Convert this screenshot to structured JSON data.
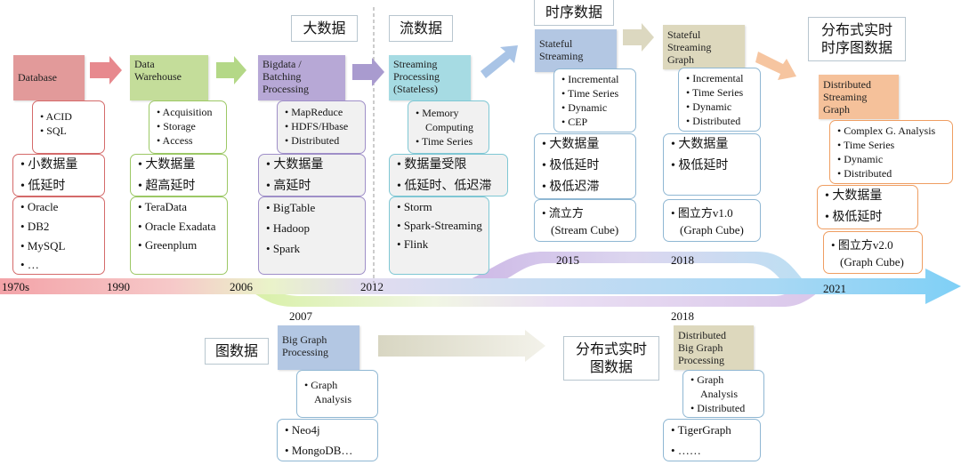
{
  "years": {
    "y1970s": "1970s",
    "y1990": "1990",
    "y2006": "2006",
    "y2012": "2012",
    "y2015": "2015",
    "y2018a": "2018",
    "y2021": "2021",
    "y2007": "2007",
    "y2018b": "2018"
  },
  "labels": {
    "bigdata": "大数据",
    "stream": "流数据",
    "timeseries": "时序数据",
    "dist_ts_graph": [
      "分布式实时",
      "时序图数据"
    ],
    "graph": "图数据",
    "dist_graph": [
      "分布式实时",
      "图数据"
    ]
  },
  "stages": {
    "database": {
      "header": "Database",
      "features": [
        "ACID",
        "SQL"
      ],
      "traits": [
        "小数据量",
        "低延时"
      ],
      "products": [
        "Oracle",
        "DB2",
        "MySQL",
        "…"
      ]
    },
    "warehouse": {
      "header": [
        "Data",
        "Warehouse"
      ],
      "features": [
        "Acquisition",
        "Storage",
        "Access"
      ],
      "traits": [
        "大数据量",
        "超高延时"
      ],
      "products": [
        "TeraData",
        "Oracle Exadata",
        "Greenplum"
      ]
    },
    "bigdata": {
      "header": [
        "Bigdata /",
        "Batching",
        "Processing"
      ],
      "features": [
        "MapReduce",
        "HDFS/Hbase",
        "Distributed"
      ],
      "traits": [
        "大数据量",
        "高延时"
      ],
      "products": [
        "BigTable",
        "Hadoop",
        "Spark"
      ]
    },
    "streaming": {
      "header": [
        "Streaming",
        "Processing",
        "(Stateless)"
      ],
      "features": [
        "Memory Computing",
        "Time Series"
      ],
      "traits": [
        "数据量受限",
        "低延时、低迟滞"
      ],
      "products": [
        "Storm",
        "Spark-Streaming",
        "Flink"
      ]
    },
    "stateful": {
      "header": [
        "Stateful",
        "Streaming"
      ],
      "features": [
        "Incremental",
        "Time Series",
        "Dynamic",
        "CEP"
      ],
      "traits": [
        "大数据量",
        "极低延时",
        "极低迟滞"
      ],
      "products": [
        "流立方",
        "(Stream Cube)"
      ]
    },
    "stateful_graph": {
      "header": [
        "Stateful",
        "Streaming",
        "Graph"
      ],
      "features": [
        "Incremental",
        "Time Series",
        "Dynamic",
        "Distributed"
      ],
      "traits": [
        "大数据量",
        "极低延时"
      ],
      "products": [
        "图立方v1.0",
        "(Graph Cube)"
      ]
    },
    "dist_stream_graph": {
      "header": [
        "Distributed",
        "Streaming",
        "Graph"
      ],
      "features": [
        "Complex G. Analysis",
        "Time Series",
        "Dynamic",
        "Distributed"
      ],
      "traits": [
        "大数据量",
        "极低延时"
      ],
      "products": [
        "图立方v2.0",
        "(Graph Cube)"
      ]
    },
    "big_graph": {
      "header": [
        "Big Graph",
        "Processing"
      ],
      "features": [
        "Graph Analysis"
      ],
      "products": [
        "Neo4j",
        "MongoDB…"
      ]
    },
    "dist_big_graph": {
      "header": [
        "Distributed",
        "Big Graph",
        "Processing"
      ],
      "features": [
        "Graph Analysis",
        "Distributed"
      ],
      "products": [
        "TigerGraph",
        "……"
      ]
    }
  },
  "colors": {
    "database": "#e29a9a",
    "warehouse": "#c4dd9a",
    "bigdata": "#b7a8d6",
    "streaming": "#a6dbe3",
    "stateful": "#b3c7e3",
    "graphhdr": "#ddd8bd",
    "dist": "#f5c19a"
  }
}
